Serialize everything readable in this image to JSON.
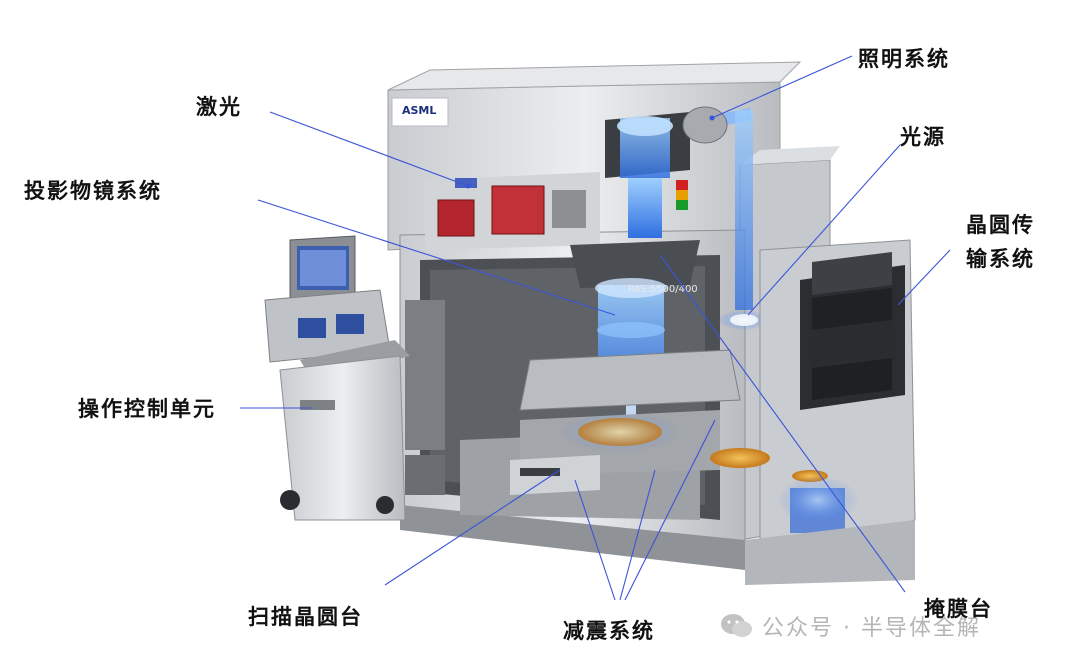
{
  "labels": {
    "laser": "激光",
    "projection_lens": "投影物镜系统",
    "illumination": "照明系统",
    "light_source": "光源",
    "wafer_transfer_1": "晶圆传",
    "wafer_transfer_2": "输系统",
    "control_unit": "操作控制单元",
    "wafer_stage": "扫描晶圆台",
    "vibration": "减震系统",
    "reticle_stage": "掩膜台"
  },
  "machine_text": {
    "brand": "ASML",
    "model": "PAS 5500/400"
  },
  "watermark": "公众号 · 半导体全解",
  "colors": {
    "pointer_line": "#3a55d8",
    "beam": "#5aa6ff",
    "body_light": "#d9dcdf",
    "body_dark": "#5b5e62"
  }
}
